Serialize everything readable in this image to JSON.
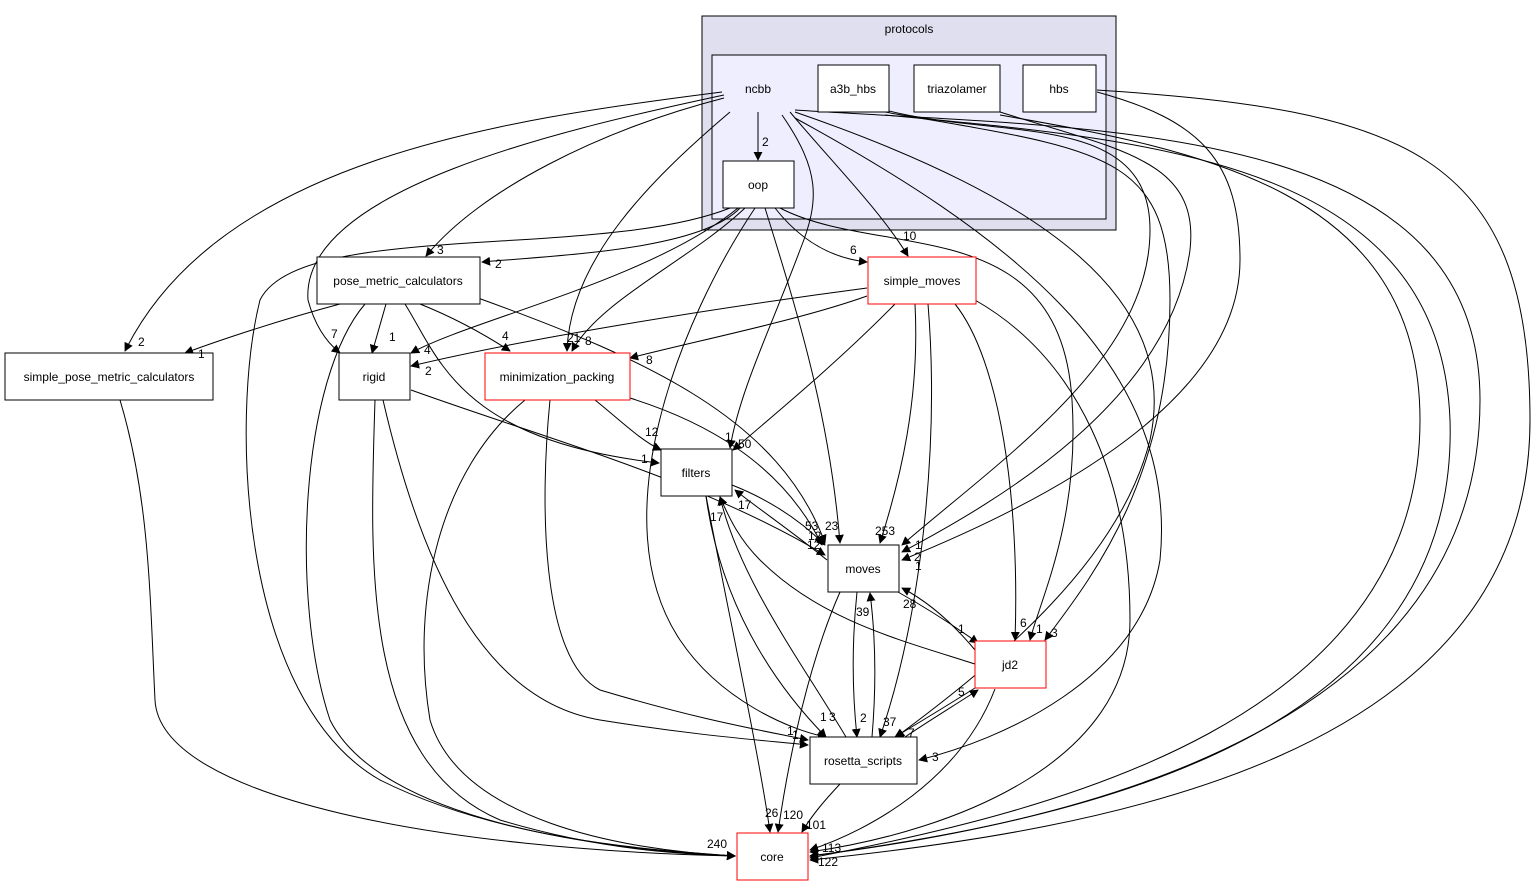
{
  "clusters": {
    "outer": {
      "label": "protocols",
      "fill": "#dfdff0"
    },
    "inner": {
      "label": "ncbb",
      "fill": "#eeeeff"
    }
  },
  "nodes": {
    "ncbb": "ncbb",
    "a3b_hbs": "a3b_hbs",
    "triazolamer": "triazolamer",
    "hbs": "hbs",
    "oop": "oop",
    "pose_metric_calculators": "pose_metric_calculators",
    "simple_moves": "simple_moves",
    "simple_pose_metric_calculators": "simple_pose_metric_calculators",
    "rigid": "rigid",
    "minimization_packing": "minimization_packing",
    "filters": "filters",
    "moves": "moves",
    "jd2": "jd2",
    "rosetta_scripts": "rosetta_scripts",
    "core": "core"
  },
  "edge_labels": {
    "ncbb_oop": "2",
    "ncbb_pmc": "3",
    "ncbb_spmc": "2",
    "ncbb_sm": "10",
    "oop_pmc": "2",
    "oop_sm": "6",
    "oop_rigid": "4",
    "oop_mp": "8",
    "pmc_spmc": "1",
    "pmc_rigid": "1",
    "pmc_mp": "4",
    "pmc_core": "7",
    "ncbb_mp": "21",
    "sm_mp": "8",
    "sm_rigid": "2",
    "mp_filters": "12",
    "mp_moves": "1",
    "sm_filters": "50",
    "pmc_filters": "1",
    "oop_moves": "23",
    "ncbb_moves": "53",
    "sm_moves": "253",
    "a3b_moves": "1",
    "tri_moves": "2",
    "hbs_moves": "1",
    "filters_moves": "12",
    "moves_filters": "17",
    "filters_core": "17",
    "rigid_moves": "12",
    "moves_jd2": "1",
    "jd2_moves": "28",
    "sm_jd2": "6",
    "oop_jd2": "1",
    "a3b_jd2": "3",
    "moves_rs": "39",
    "rs_moves": "2",
    "filters_rs": "1",
    "rs_filters": "3",
    "jd2_rs": "7",
    "rs_jd2": "5",
    "sm_rs": "37",
    "ncbb_rs": "3",
    "oop_rs": "1",
    "rigid_rs": "1",
    "moves_core": "120",
    "mp_core": "26",
    "rs_core": "101",
    "jd2_core": "113",
    "spmc_core": "240",
    "core_hidden": "122"
  }
}
